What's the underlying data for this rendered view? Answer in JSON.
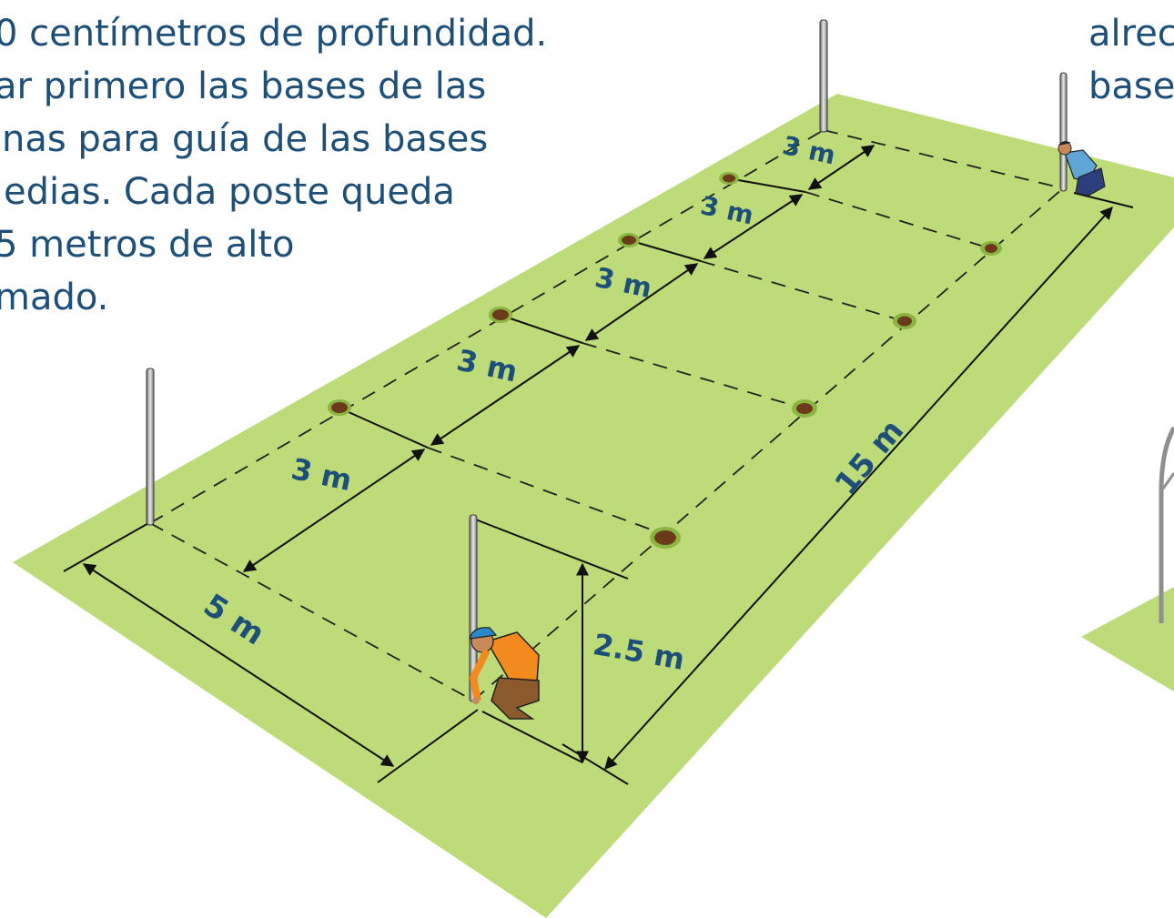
{
  "text_left": {
    "lines": [
      "0 centímetros de profundidad.",
      "ar primero las bases de  las",
      "nas para guía de las bases",
      "edias. Cada poste queda",
      "5 metros de alto",
      "mado."
    ]
  },
  "text_right": {
    "lines": [
      "alrec",
      "base"
    ]
  },
  "dimensions": {
    "width": "5 m",
    "spacing": [
      "3 m",
      "3 m",
      "3 m",
      "3 m",
      "3 m"
    ],
    "length": "15 m",
    "height": "2.5 m"
  },
  "colors": {
    "grass": "#bddb78",
    "text": "#1d4f78",
    "post": "#9a9a9a",
    "hole": "#6b3a1a"
  },
  "icons": [
    "corner-post-icon",
    "base-hole-icon",
    "worker-orange-icon",
    "worker-blue-icon",
    "greenhouse-arch-icon"
  ]
}
